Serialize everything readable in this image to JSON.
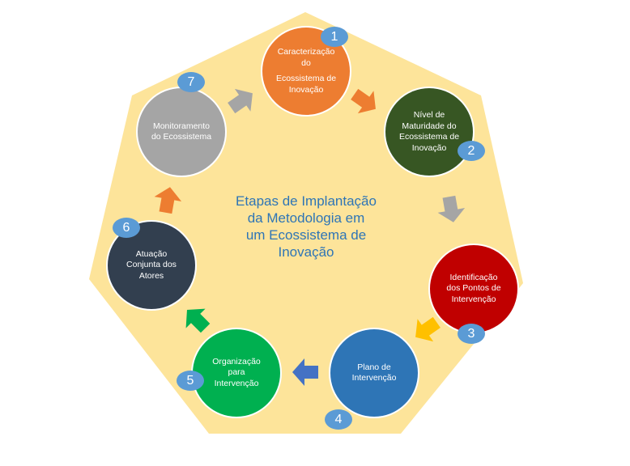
{
  "title_lines": [
    "Etapas de Implantação",
    "da Metodologia em",
    "um Ecossistema de",
    "Inovação"
  ],
  "colors": {
    "background_shape": "#fde49a",
    "badge": "#5b9bd5",
    "title": "#2e75b6"
  },
  "steps": [
    {
      "number": "1",
      "lines": [
        "Caracterização",
        "do",
        "Ecossistema de",
        "Inovação"
      ],
      "color": "#ed7d31"
    },
    {
      "number": "2",
      "lines": [
        "Nível de",
        "Maturidade do",
        "Ecossistema de",
        "Inovação"
      ],
      "color": "#375623"
    },
    {
      "number": "3",
      "lines": [
        "Identificação",
        "dos Pontos de",
        "Intervenção"
      ],
      "color": "#c00000"
    },
    {
      "number": "4",
      "lines": [
        "Plano de",
        "Intervenção"
      ],
      "color": "#2e75b6"
    },
    {
      "number": "5",
      "lines": [
        "Organização",
        "para",
        "Intervenção"
      ],
      "color": "#00b050"
    },
    {
      "number": "6",
      "lines": [
        "Atuação",
        "Conjunta dos",
        "Atores"
      ],
      "color": "#323f4f"
    },
    {
      "number": "7",
      "lines": [
        "Monitoramento",
        "do Ecossistema"
      ],
      "color": "#a5a5a5"
    }
  ],
  "arrows": [
    {
      "from": "7",
      "to": "1",
      "color": "#a5a5a5"
    },
    {
      "from": "1",
      "to": "2",
      "color": "#ed7d31"
    },
    {
      "from": "2",
      "to": "3",
      "color": "#a5a5a5"
    },
    {
      "from": "3",
      "to": "4",
      "color": "#ffc000"
    },
    {
      "from": "4",
      "to": "5",
      "color": "#4472c4"
    },
    {
      "from": "5",
      "to": "6",
      "color": "#00b050"
    },
    {
      "from": "6",
      "to": "7",
      "color": "#ed7d31"
    }
  ]
}
